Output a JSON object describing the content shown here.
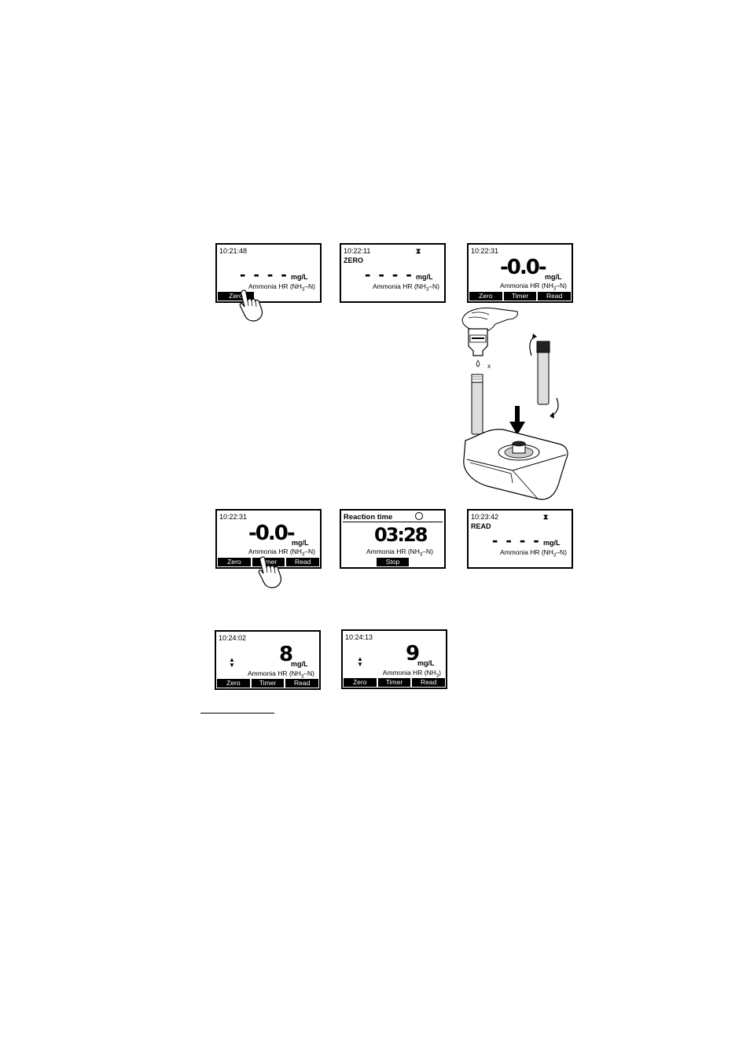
{
  "screens": {
    "s1": {
      "time": "10:21:48",
      "dashes": "- - - -",
      "unit": "mg/L",
      "param": "Ammonia HR (NH",
      "param_sub": "3",
      "param_end": "–N)",
      "keys": [
        "Zero"
      ]
    },
    "s2": {
      "time": "10:22:11",
      "status": "ZERO",
      "hourglass": "⧗",
      "dashes": "- - - -",
      "unit": "mg/L",
      "param": "Ammonia HR (NH",
      "param_sub": "3",
      "param_end": "–N)"
    },
    "s3": {
      "time": "10:22:31",
      "value": "-0.0-",
      "unit": "mg/L",
      "param": "Ammonia HR (NH",
      "param_sub": "3",
      "param_end": "–N)",
      "keys": [
        "Zero",
        "Timer",
        "Read"
      ]
    },
    "s4": {
      "time": "10:22:31",
      "value": "-0.0-",
      "unit": "mg/L",
      "param": "Ammonia HR (NH",
      "param_sub": "3",
      "param_end": "–N)",
      "keys": [
        "Zero",
        "Timer",
        "Read"
      ]
    },
    "s5": {
      "title": "Reaction time",
      "timer": "03:28",
      "param": "Ammonia HR (NH",
      "param_sub": "3",
      "param_end": "–N)",
      "keys": [
        "Stop"
      ]
    },
    "s6": {
      "time": "10:23:42",
      "status": "READ",
      "hourglass": "⧗",
      "dashes": "- - - -",
      "unit": "mg/L",
      "param": "Ammonia HR (NH",
      "param_sub": "3",
      "param_end": "–N)"
    },
    "s7": {
      "time": "10:24:02",
      "value": "8",
      "unit": "mg/L",
      "param": "Ammonia HR (NH",
      "param_sub": "3",
      "param_end": "–N)",
      "keys": [
        "Zero",
        "Timer",
        "Read"
      ]
    },
    "s8": {
      "time": "10:24:13",
      "value": "9",
      "unit": "mg/L",
      "param": "Ammonia HR (NH",
      "param_sub": "3",
      "param_end": ")",
      "keys": [
        "Zero",
        "Timer",
        "Read"
      ]
    }
  },
  "illustration": {
    "drop_mark": "x"
  }
}
